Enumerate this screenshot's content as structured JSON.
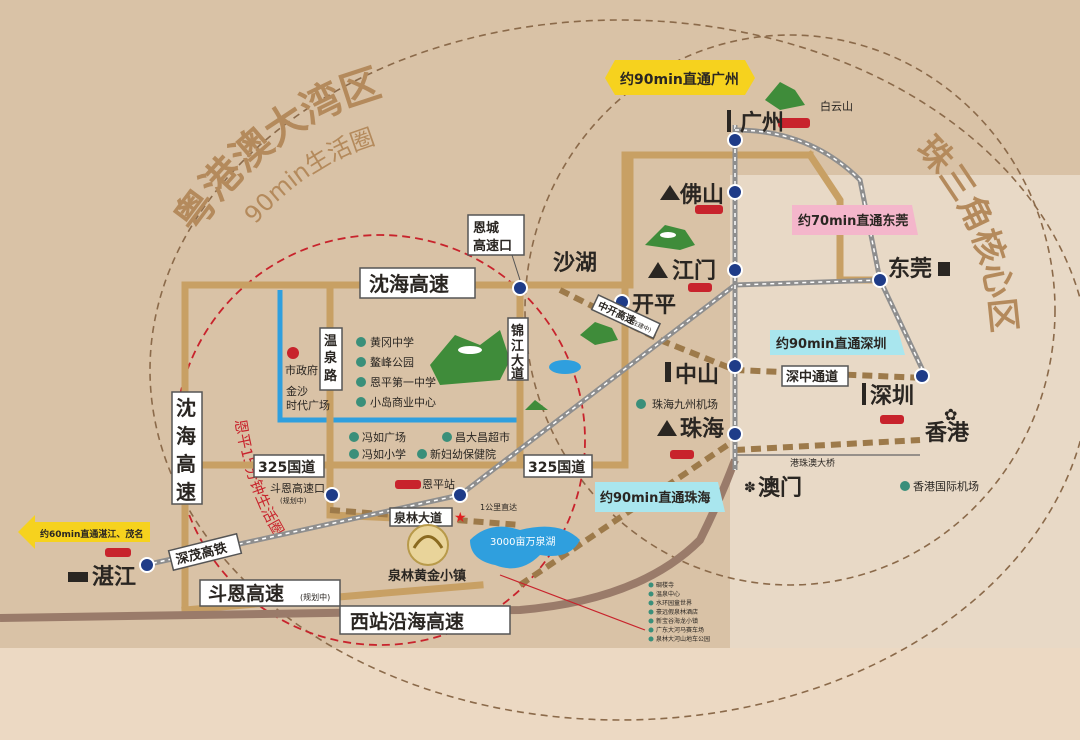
{
  "titles": {
    "bay_area": "粤港澳大湾区",
    "bay_area_sub": "90min生活圈",
    "core": "珠三角核心区",
    "enping_circle": "恩平15分钟生活圈"
  },
  "callouts": {
    "guangzhou": "约90min直通广州",
    "dongguan": "约70min直通东莞",
    "shenzhen": "约90min直通深圳",
    "zhuhai": "约90min直通珠海",
    "zhanjiang": "约60min直通湛江、茂名"
  },
  "cities": {
    "guangzhou": "广州",
    "foshan": "佛山",
    "jiangmen": "江门",
    "kaiping": "开平",
    "zhongshan": "中山",
    "zhuhai": "珠海",
    "macau": "澳门",
    "shenzhen": "深圳",
    "hongkong": "香港",
    "dongguan": "东莞",
    "zhanjiang": "湛江",
    "shahu": "沙湖"
  },
  "roads": {
    "shenhai_h": "沈海高速",
    "shenhai_v": "沈海高速",
    "g325_left": "325国道",
    "g325_right": "325国道",
    "jinjiang": "锦江大道",
    "wenquan": "温泉路",
    "shenmao": "深茂高铁",
    "douen": "斗恩高速",
    "douen_note": "(规划中)",
    "xizhan": "西站沿海高速",
    "quanlin": "泉林大道",
    "shenzhong": "深中通道",
    "zhongkai": "中开高速",
    "zhongkai_note": "(在建中)",
    "gzm_bridge": "港珠澳大桥"
  },
  "places": {
    "encheng_exit": "恩城\n高速口",
    "baiyun": "白云山",
    "zhuhai_airport": "珠海九州机场",
    "hk_airport": "香港国际机场",
    "gov": "市政府",
    "jinsha": "金沙\n时代广场",
    "huanggang": "黄冈中学",
    "aofeng": "鳌峰公园",
    "enping_no1": "恩平第一中学",
    "xiaodao": "小岛商业中心",
    "fengru_plaza": "冯如广场",
    "changdachang": "昌大昌超市",
    "fengru_school": "冯如小学",
    "xinfuyou": "新妇幼保健院",
    "douen_exit": "斗恩高速口",
    "douen_exit_note": "(规划中)",
    "enping_station": "恩平站",
    "distance": "1公里直达",
    "lake": "3000亩万泉湖",
    "project": "泉林黄金小镇"
  },
  "legend": [
    "碉楼寺",
    "温泉中心",
    "水环园童世界",
    "豪远假泉林酒店",
    "新宝谷海龙小镇",
    "广东大河马赛车场",
    "泉林大河山地车公园"
  ],
  "colors": {
    "background": "#d9c2a6",
    "road": "#c8a064",
    "rail": "#a3a3a3",
    "river": "#2f9fde",
    "dashed_circle": "#8b6a4a",
    "red_circle": "#c8232c",
    "yellow_callout": "#f6d21e",
    "pink_callout": "#f4b6cb",
    "cyan_callout": "#a9e6ee",
    "station": "#1f3c88"
  }
}
